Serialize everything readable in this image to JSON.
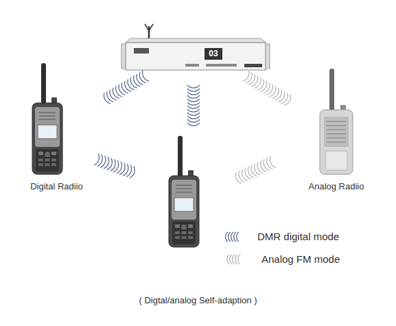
{
  "diagram": {
    "caption": "( Digtal/analog Self-adaption )",
    "nodes": [
      {
        "text": [
          "03"
        ]
      },
      {
        "text": [
          "Digital Radiio"
        ]
      },
      {
        "text": [
          "Analog Radiio"
        ]
      }
    ],
    "edges": [
      {
        "from": 0,
        "to": 1,
        "arrow": "none"
      },
      {
        "from": 0,
        "to": 2,
        "arrow": "none"
      }
    ],
    "legend": [
      {
        "text": "DMR digital mode"
      },
      {
        "text": "Analog FM mode"
      }
    ]
  }
}
